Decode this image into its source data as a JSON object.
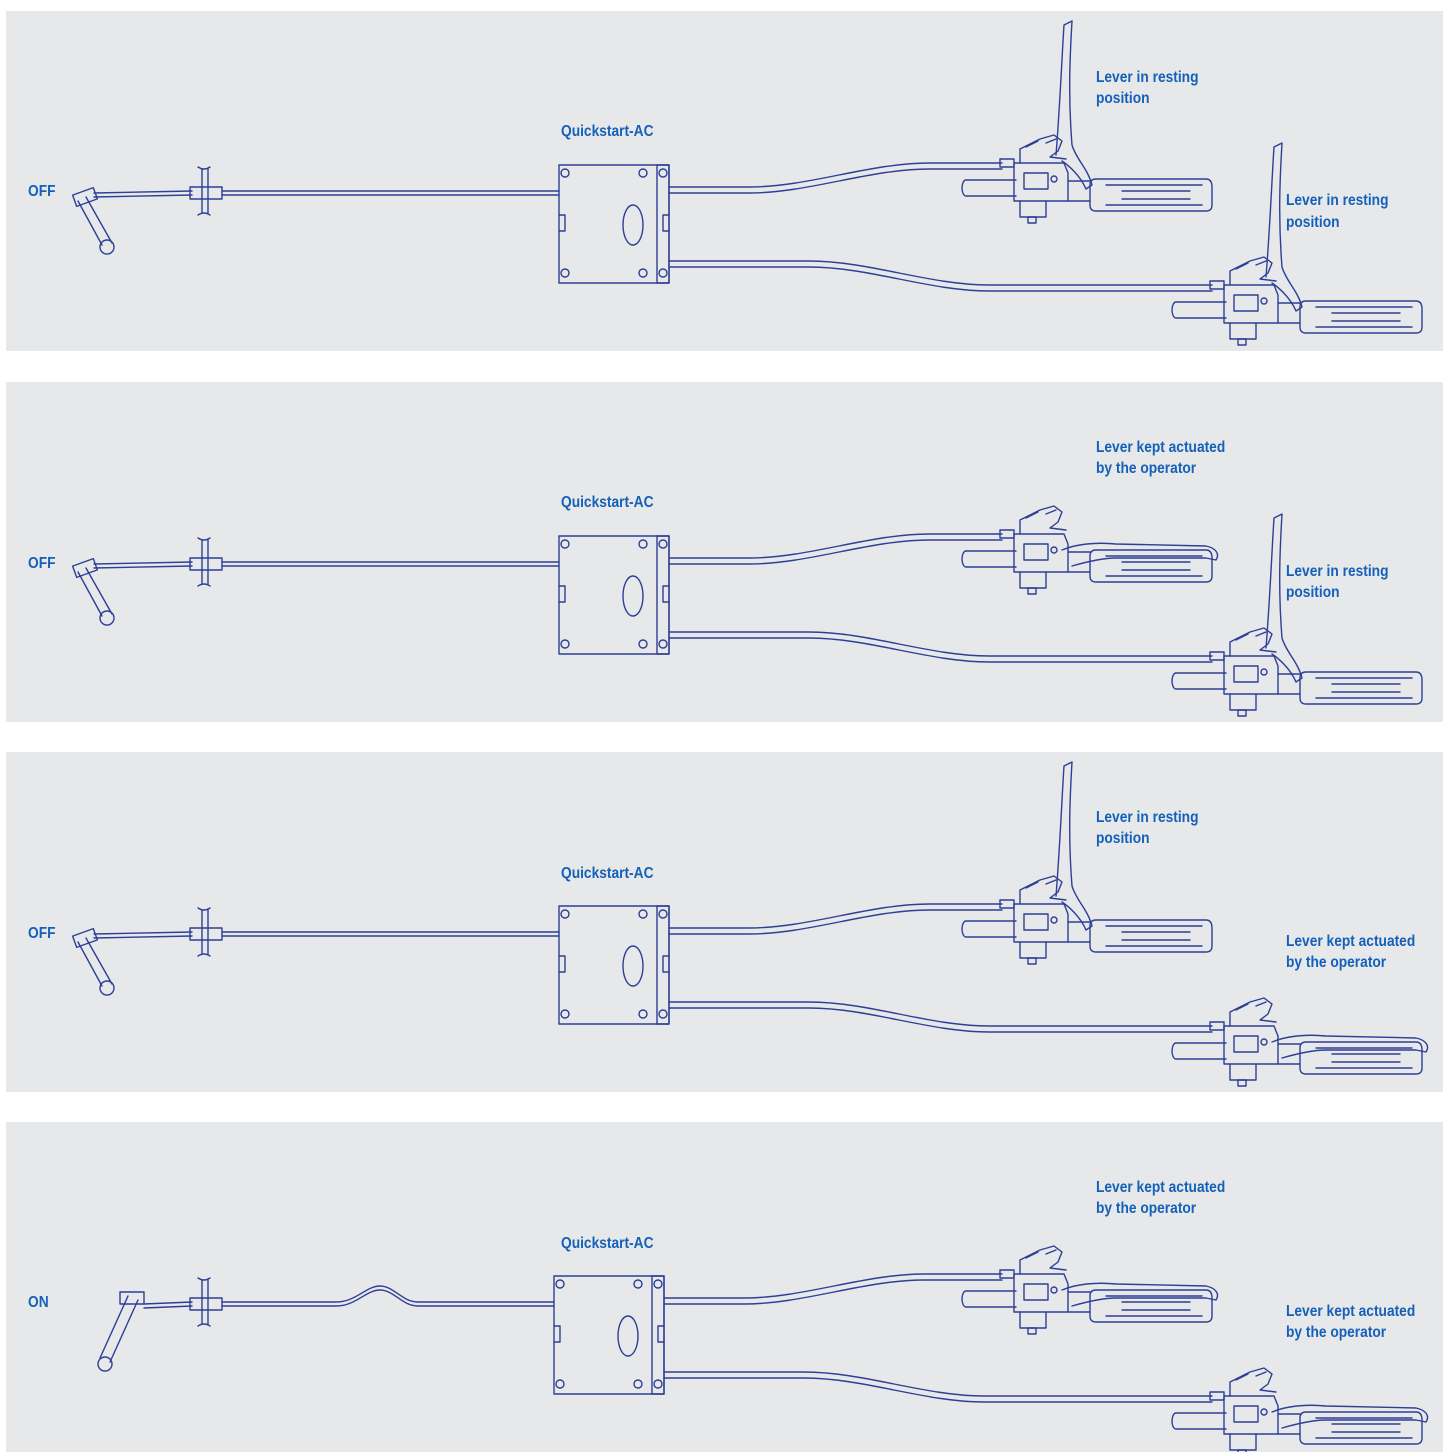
{
  "colors": {
    "line": "#2d3f96",
    "text": "#1560b8",
    "panel": "#e6e8ea"
  },
  "panels": [
    {
      "state": "OFF",
      "box_label": "Quickstart-AC",
      "upper_note": [
        "Lever in resting",
        "position"
      ],
      "lower_note": [
        "Lever in resting",
        "position"
      ],
      "upper_lever": "resting",
      "lower_lever": "resting",
      "engaged": false
    },
    {
      "state": "OFF",
      "box_label": "Quickstart-AC",
      "upper_note": [
        "Lever kept actuated",
        "by the operator"
      ],
      "lower_note": [
        "Lever in resting",
        "position"
      ],
      "upper_lever": "actuated",
      "lower_lever": "resting",
      "engaged": false
    },
    {
      "state": "OFF",
      "box_label": "Quickstart-AC",
      "upper_note": [
        "Lever in resting",
        "position"
      ],
      "lower_note": [
        "Lever kept actuated",
        "by the operator"
      ],
      "upper_lever": "resting",
      "lower_lever": "actuated",
      "engaged": false
    },
    {
      "state": "ON",
      "box_label": "Quickstart-AC",
      "upper_note": [
        "Lever kept actuated",
        "by the operator"
      ],
      "lower_note": [
        "Lever kept actuated",
        "by the operator"
      ],
      "upper_lever": "actuated",
      "lower_lever": "actuated",
      "engaged": true
    }
  ]
}
